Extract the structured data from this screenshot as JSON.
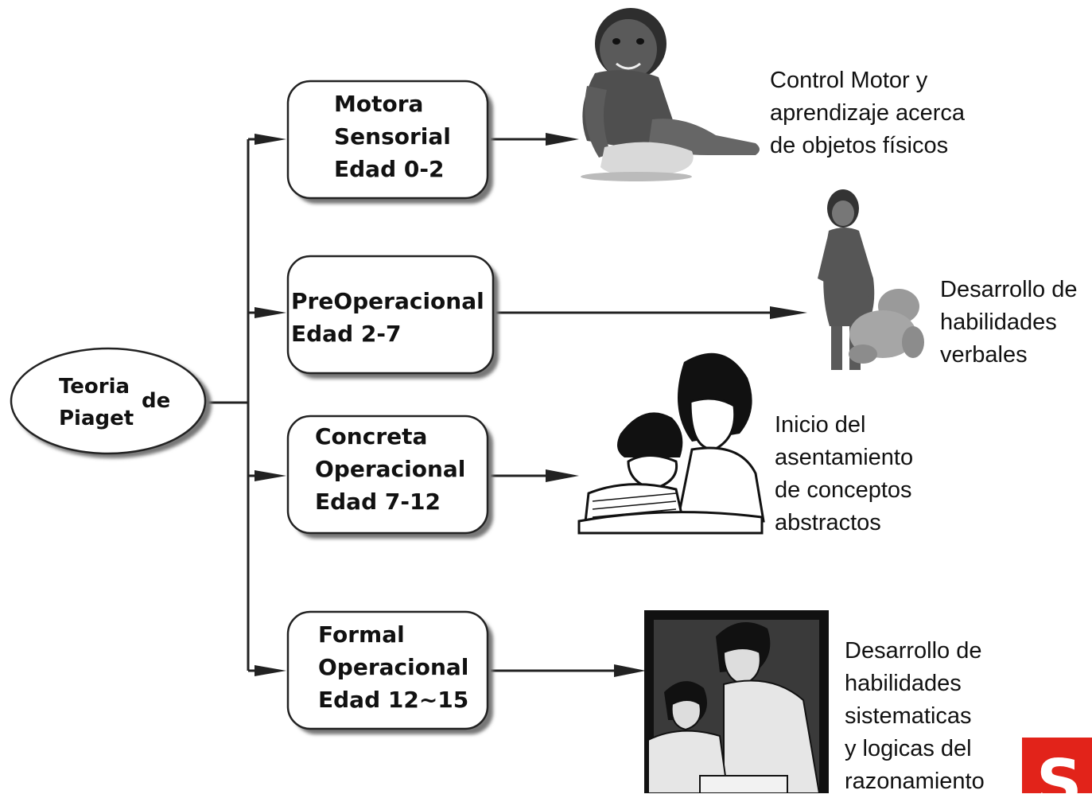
{
  "root": {
    "line1": "Teoria",
    "line2": "Piaget",
    "small": "de"
  },
  "stages": [
    {
      "name": "stage-motora-sensorial",
      "lines": [
        "Motora",
        "Sensorial",
        "Edad 0-2"
      ],
      "description": [
        "Control Motor y",
        "aprendizaje acerca",
        "de objetos físicos"
      ],
      "image": "baby-sitting-photo"
    },
    {
      "name": "stage-preoperacional",
      "lines": [
        "PreOperacional",
        "Edad 2-7"
      ],
      "description": [
        "Desarrollo de",
        "habilidades",
        "verbales"
      ],
      "image": "girl-with-teddy-bear-photo"
    },
    {
      "name": "stage-concreta-operacional",
      "lines": [
        "Concreta",
        "Operacional",
        "Edad 7-12"
      ],
      "description": [
        "Inicio del",
        "asentamiento",
        "de conceptos",
        "abstractos"
      ],
      "image": "mother-and-child-reading-illustration"
    },
    {
      "name": "stage-formal-operacional",
      "lines": [
        "Formal",
        "Operacional",
        "Edad 12~15"
      ],
      "description": [
        "Desarrollo de",
        "habilidades",
        "sistematicas",
        "y logicas del",
        "razonamiento"
      ],
      "image": "teacher-and-student-illustration"
    }
  ],
  "logo": {
    "text": "S",
    "color": "#e2231a"
  }
}
